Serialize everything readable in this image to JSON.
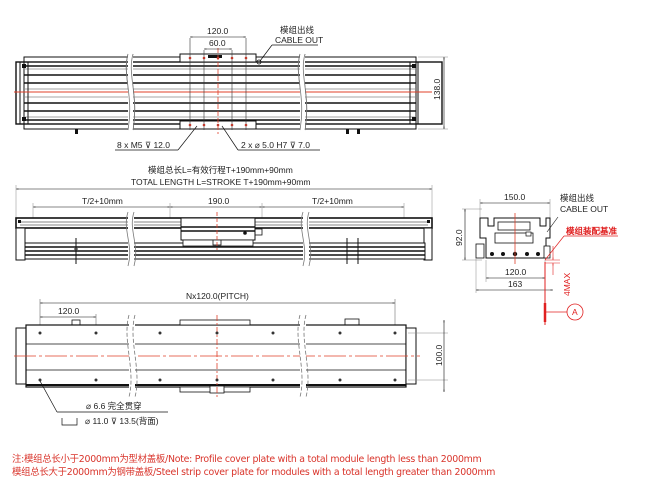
{
  "drawing": {
    "top_view": {
      "dim_outer": "120.0",
      "dim_inner": "60.0",
      "cable_out_cn": "模组出线",
      "cable_out_en": "CABLE OUT",
      "height_dim": "138.0",
      "callout_left": "8 x  M5  ⊽  12.0",
      "callout_right": "2 x  ⌀ 5.0 H7 ⊽  7.0"
    },
    "side_view": {
      "total_length_cn": "模组总长L=有效行程T+190mm+90mm",
      "total_length_en": "TOTAL LENGTH L=STROKE T+190mm+90mm",
      "left_segment": "T/2+10mm",
      "carriage": "190.0",
      "right_segment": "T/2+10mm"
    },
    "end_view": {
      "width_top": "150.0",
      "height": "92.0",
      "cable_out_cn": "模组出线",
      "cable_out_en": "CABLE OUT",
      "datum_cn": "模组装配基准",
      "width_bottom_inner": "120.0",
      "width_bottom_outer": "163",
      "max_offset": "4MAX",
      "datum_label": "A"
    },
    "bottom_view": {
      "pitch": "Nx120.0(PITCH)",
      "first_pitch": "120.0",
      "height_dim": "100.0",
      "hole_callout_1": "⌀ 6.6 完全贯穿",
      "hole_callout_2": "⌀ 11.0 ⊽ 13.5(背面)"
    },
    "notes": {
      "line1": "注:模组总长小于2000mm为型材盖板/Note: Profile cover plate with a total module length less than 2000mm",
      "line2": "模组总长大于2000mm为钢带盖板/Steel strip cover plate for modules with a total length greater than 2000mm"
    },
    "colors": {
      "line": "#1a1a1a",
      "centerline": "#e0402a",
      "note": "#d9342b",
      "datum": "#e02020"
    }
  }
}
